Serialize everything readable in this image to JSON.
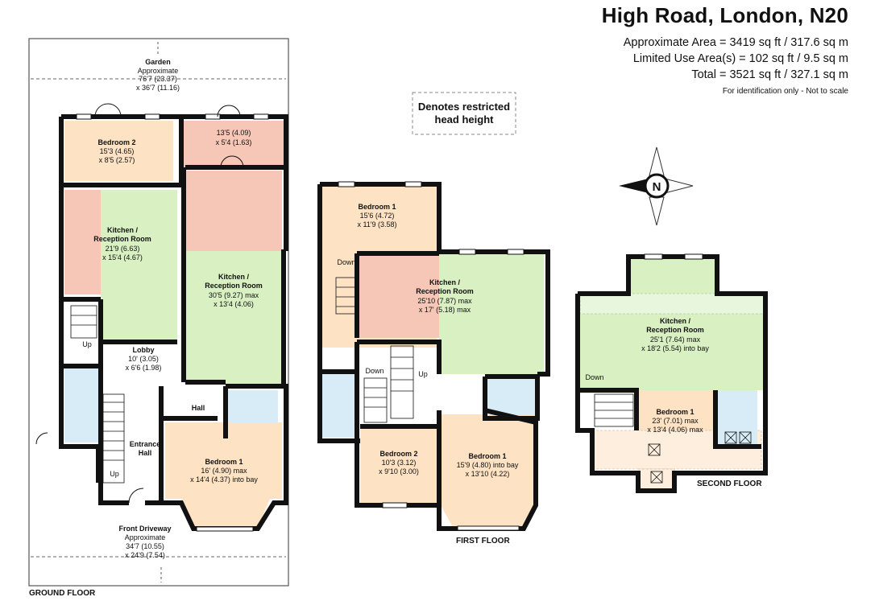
{
  "header": {
    "title": "High Road, London, N20",
    "approx_area": "Approximate Area = 3419 sq ft / 317.6 sq m",
    "limited_use": "Limited Use Area(s) = 102 sq ft / 9.5 sq m",
    "total": "Total = 3521 sq ft / 327.1 sq m",
    "note": "For identification only - Not to scale"
  },
  "legend": {
    "line1": "Denotes restricted",
    "line2": "head height"
  },
  "compass": {
    "letter": "N"
  },
  "colors": {
    "wall": "#111111",
    "bedroom": "#fde2c3",
    "kitchen": "#d8f0c2",
    "kitchen_area": "#f6c7b6",
    "bathroom": "#d7ecf7",
    "hall": "#ffffff",
    "restricted": "#fdeedd"
  },
  "ground_floor": {
    "label": "GROUND FLOOR",
    "garden": {
      "name": "Garden",
      "l1": "Approximate",
      "l2": "76'7 (23.37)",
      "l3": "x 36'7 (11.16)"
    },
    "driveway": {
      "name": "Front Driveway",
      "l1": "Approximate",
      "l2": "34'7 (10.55)",
      "l3": "x 24'9 (7.54)"
    },
    "bedroom2": {
      "name": "Bedroom 2",
      "l1": "15'3 (4.65)",
      "l2": "x 8'5 (2.57)"
    },
    "conservatory": {
      "l1": "13'5 (4.09)",
      "l2": "x 5'4 (1.63)"
    },
    "kitchen_left": {
      "name1": "Kitchen /",
      "name2": "Reception Room",
      "l1": "21'9 (6.63)",
      "l2": "x 15'4 (4.67)"
    },
    "kitchen_right": {
      "name1": "Kitchen /",
      "name2": "Reception Room",
      "l1": "30'5 (9.27) max",
      "l2": "x 13'4 (4.06)"
    },
    "lobby": {
      "name": "Lobby",
      "l1": "10' (3.05)",
      "l2": "x 6'6 (1.98)"
    },
    "hall": "Hall",
    "entrance": {
      "l1": "Entrance",
      "l2": "Hall"
    },
    "bedroom1": {
      "name": "Bedroom 1",
      "l1": "16' (4.90) max",
      "l2": "x 14'4 (4.37) into bay"
    },
    "up1": "Up",
    "up2": "Up"
  },
  "first_floor": {
    "label": "FIRST FLOOR",
    "bedroom1_rear": {
      "name": "Bedroom 1",
      "l1": "15'6 (4.72)",
      "l2": "x 11'9 (3.58)"
    },
    "kitchen": {
      "name1": "Kitchen /",
      "name2": "Reception Room",
      "l1": "25'10 (7.87) max",
      "l2": "x 17' (5.18) max"
    },
    "bedroom2": {
      "name": "Bedroom 2",
      "l1": "10'3 (3.12)",
      "l2": "x 9'10 (3.00)"
    },
    "bedroom1_front": {
      "name": "Bedroom 1",
      "l1": "15'9 (4.80) into bay",
      "l2": "x 13'10 (4.22)"
    },
    "down1": "Down",
    "down2": "Down",
    "up": "Up"
  },
  "second_floor": {
    "label": "SECOND FLOOR",
    "kitchen": {
      "name1": "Kitchen /",
      "name2": "Reception Room",
      "l1": "25'1 (7.64) max",
      "l2": "x 18'2 (5.54) into bay"
    },
    "bedroom1": {
      "name": "Bedroom 1",
      "l1": "23' (7.01) max",
      "l2": "x 13'4 (4.06) max"
    },
    "down": "Down"
  }
}
